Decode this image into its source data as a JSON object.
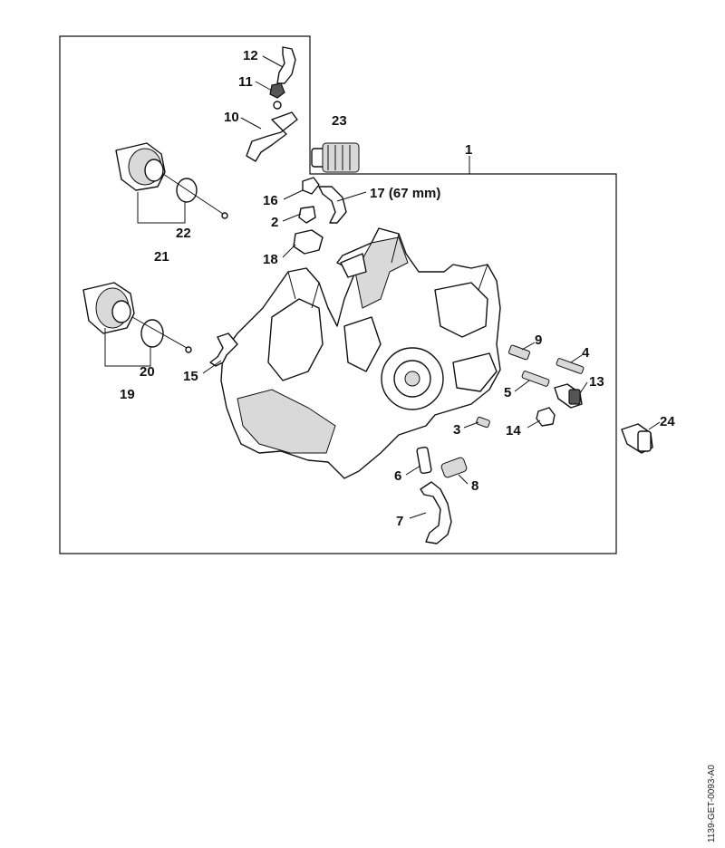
{
  "diagram": {
    "reference_code": "1139-GET-0093-A0",
    "callouts": {
      "p1": "1",
      "p2": "2",
      "p3": "3",
      "p4": "4",
      "p5": "5",
      "p6": "6",
      "p7": "7",
      "p8": "8",
      "p9": "9",
      "p10": "10",
      "p11": "11",
      "p12": "12",
      "p13": "13",
      "p14": "14",
      "p15": "15",
      "p16": "16",
      "p17": "17 (67 mm)",
      "p18": "18",
      "p19": "19",
      "p20": "20",
      "p21": "21",
      "p22": "22",
      "p23": "23",
      "p24": "24"
    }
  }
}
